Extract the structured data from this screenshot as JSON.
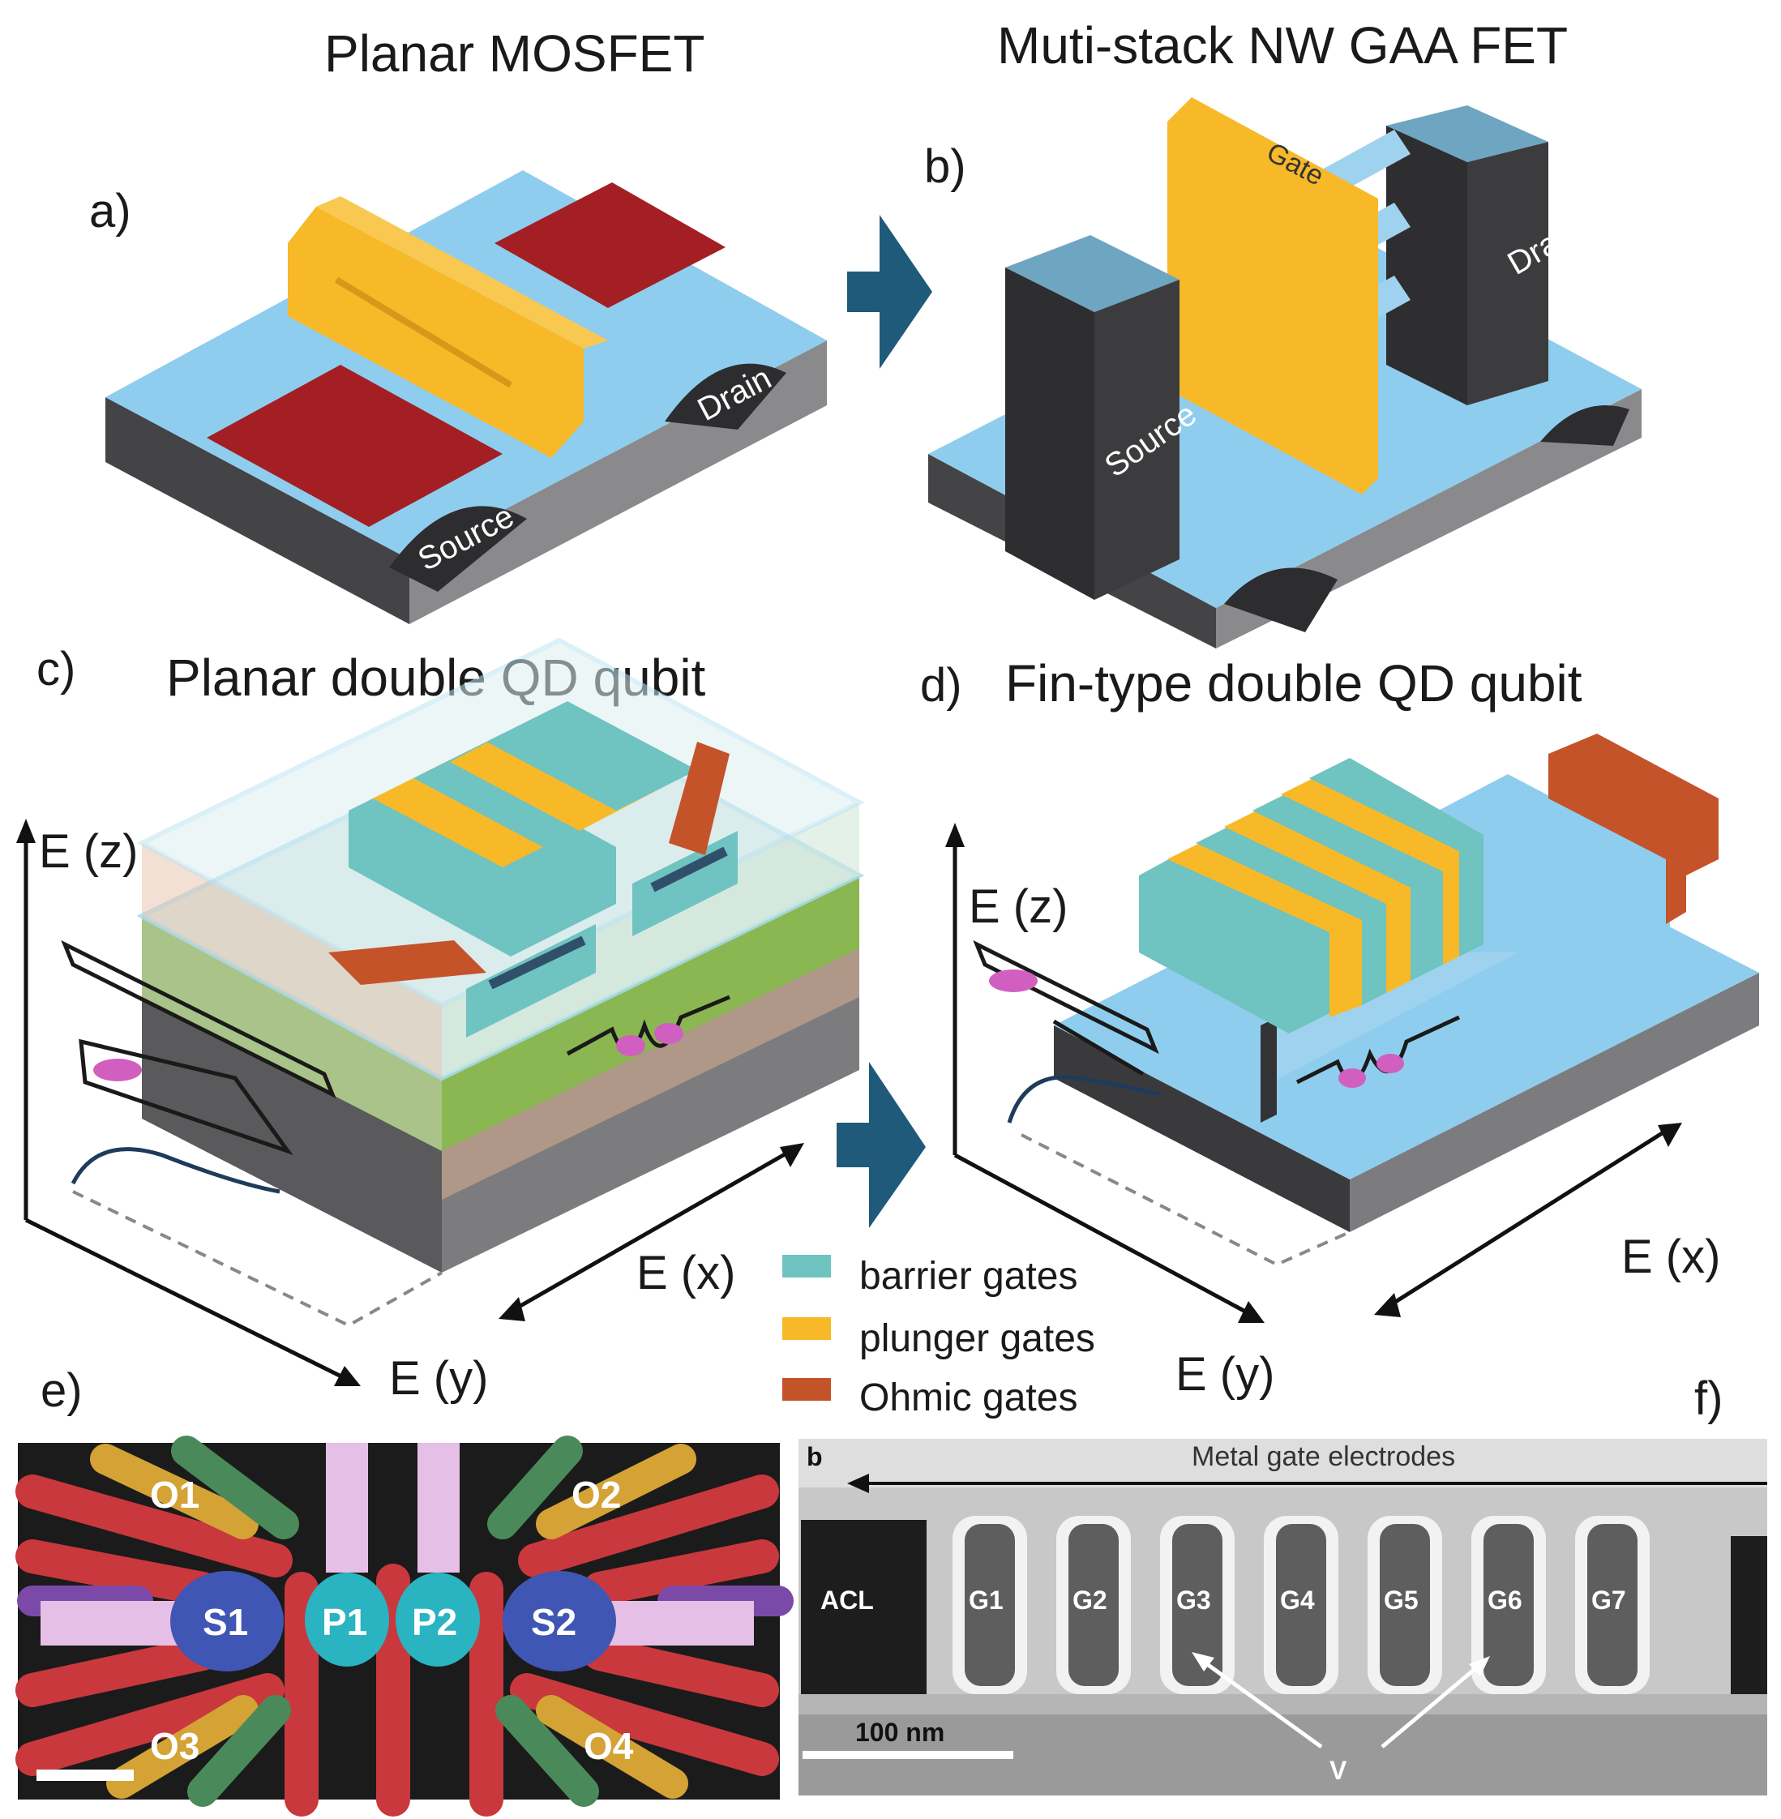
{
  "titles": {
    "a": "Planar MOSFET",
    "b": "Muti-stack NW GAA FET",
    "c": "Planar double QD qubit",
    "d": "Fin-type double QD qubit"
  },
  "panel_labels": {
    "a": "a)",
    "b": "b)",
    "c": "c)",
    "d": "d)",
    "e": "e)",
    "f": "f)"
  },
  "device_labels": {
    "source": "Source",
    "drain": "Drain",
    "gate": "Gate"
  },
  "axes": {
    "ez": "E (z)",
    "ex": "E (x)",
    "ey": "E (y)"
  },
  "legend": [
    {
      "label": "barrier gates",
      "color": "#6fc3c1"
    },
    {
      "label": "plunger gates",
      "color": "#f7b928"
    },
    {
      "label": "Ohmic gates",
      "color": "#c4532a"
    }
  ],
  "sem_labels": {
    "o1": "O1",
    "o2": "O2",
    "o3": "O3",
    "o4": "O4",
    "s1": "S1",
    "p1": "P1",
    "p2": "P2",
    "s2": "S2"
  },
  "tem": {
    "header_letter": "b",
    "header": "Metal gate electrodes",
    "acl": "ACL",
    "gates": [
      "G1",
      "G2",
      "G3",
      "G4",
      "G5",
      "G6",
      "G7"
    ],
    "scalebar": "100 nm",
    "v": "V"
  },
  "colors": {
    "substrate_top": "#8fcdee",
    "substrate_side": "#555557",
    "gate_yellow": "#f7b928",
    "contact_red": "#a31f24",
    "contact_dark": "#333335",
    "arrow": "#205a7a",
    "barrier": "#6fc3c1",
    "ohmic": "#c4532a"
  }
}
